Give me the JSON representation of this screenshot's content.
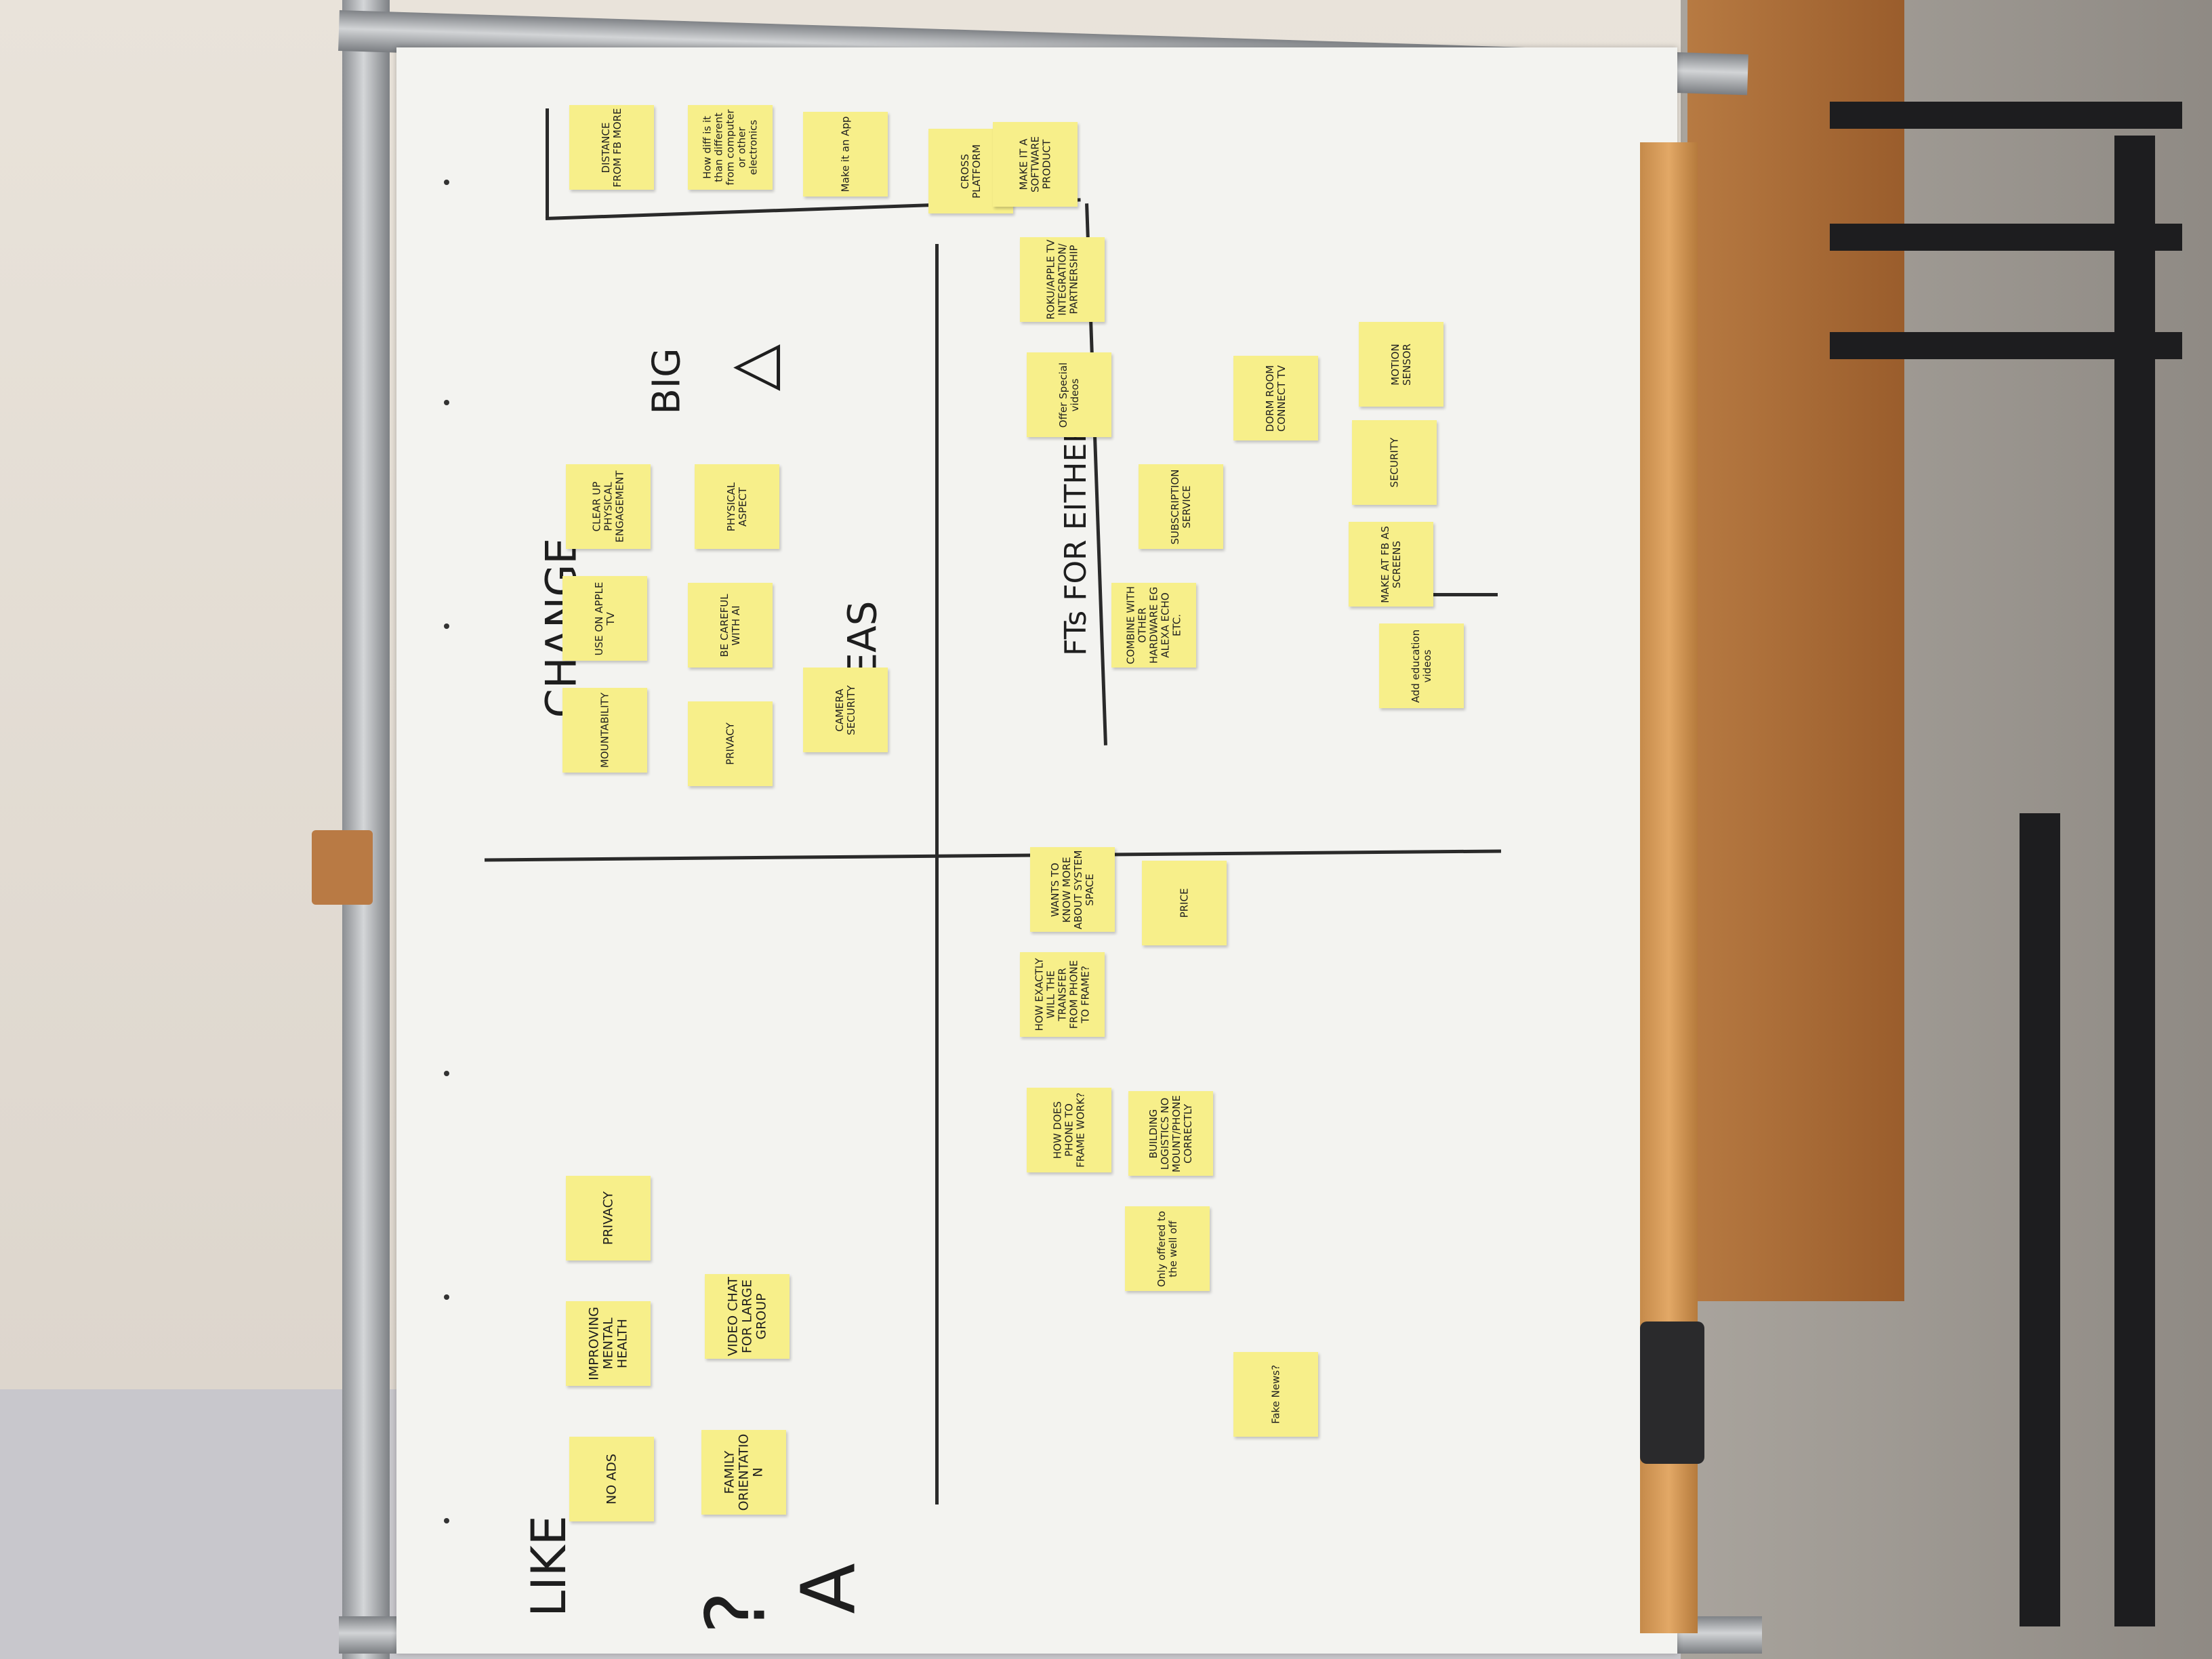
{
  "quadrant_labels": {
    "change": "CHANGE",
    "big": "BIG",
    "ideas": "IDEAS",
    "like": "LIKE",
    "fits_for_either": "FTs FOR EITHER"
  },
  "notes": {
    "like": [
      {
        "text": "NO ADS"
      },
      {
        "text": "FAMILY ORIENTATION"
      },
      {
        "text": "IMPROVING MENTAL HEALTH"
      },
      {
        "text": "VIDEO CHAT FOR LARGE GROUP"
      },
      {
        "text": "PRIVACY"
      }
    ],
    "change": [
      {
        "text": "MOUNTABILITY"
      },
      {
        "text": "USE ON APPLE TV"
      },
      {
        "text": "CLEAR UP PHYSICAL ENGAGEMENT"
      },
      {
        "text": "PRIVACY"
      },
      {
        "text": "BE CAREFUL WITH AI"
      },
      {
        "text": "PHYSICAL ASPECT"
      },
      {
        "text": "CAMERA SECURITY"
      }
    ],
    "big": [
      {
        "text": "DISTANCE FROM FB MORE"
      },
      {
        "text": "How diff is it than different from computer or other electronics"
      },
      {
        "text": "Make it an App"
      },
      {
        "text": "CROSS PLATFORM"
      },
      {
        "text": "MAKE IT A SOFTWARE PRODUCT"
      }
    ],
    "ideas_top": [
      {
        "text": "ROKU/APPLE TV INTEGRATION/ PARTNERSHIP"
      },
      {
        "text": "Offer Special videos"
      },
      {
        "text": "SUBSCRIPTION SERVICE"
      },
      {
        "text": "COMBINE WITH OTHER HARDWARE EG ALEXA ECHO ETC."
      },
      {
        "text": "DORM ROOM CONNECT TV"
      }
    ],
    "either": [
      {
        "text": "MOTION SENSOR"
      },
      {
        "text": "SECURITY"
      },
      {
        "text": "MAKE AT FB AS SCREENS"
      },
      {
        "text": "Add education videos"
      }
    ],
    "ideas_bottom": [
      {
        "text": "WANTS TO KNOW MORE ABOUT SYSTEM SPACE"
      },
      {
        "text": "PRICE"
      },
      {
        "text": "HOW EXACTLY WILL THE TRANSFER FROM PHONE TO FRAME?"
      },
      {
        "text": "HOW DOES PHONE TO FRAME WORK?"
      },
      {
        "text": "BUILDING LOGISTICS NO MOUNT/PHONE CORRECTLY"
      },
      {
        "text": "Only offered to the well off"
      },
      {
        "text": "Fake News?"
      }
    ]
  },
  "colors": {
    "sticky_note": "#f7ef8a",
    "whiteboard": "#f3f3f0",
    "marker": "#2a2a2a",
    "wood": "#d79b5a"
  }
}
